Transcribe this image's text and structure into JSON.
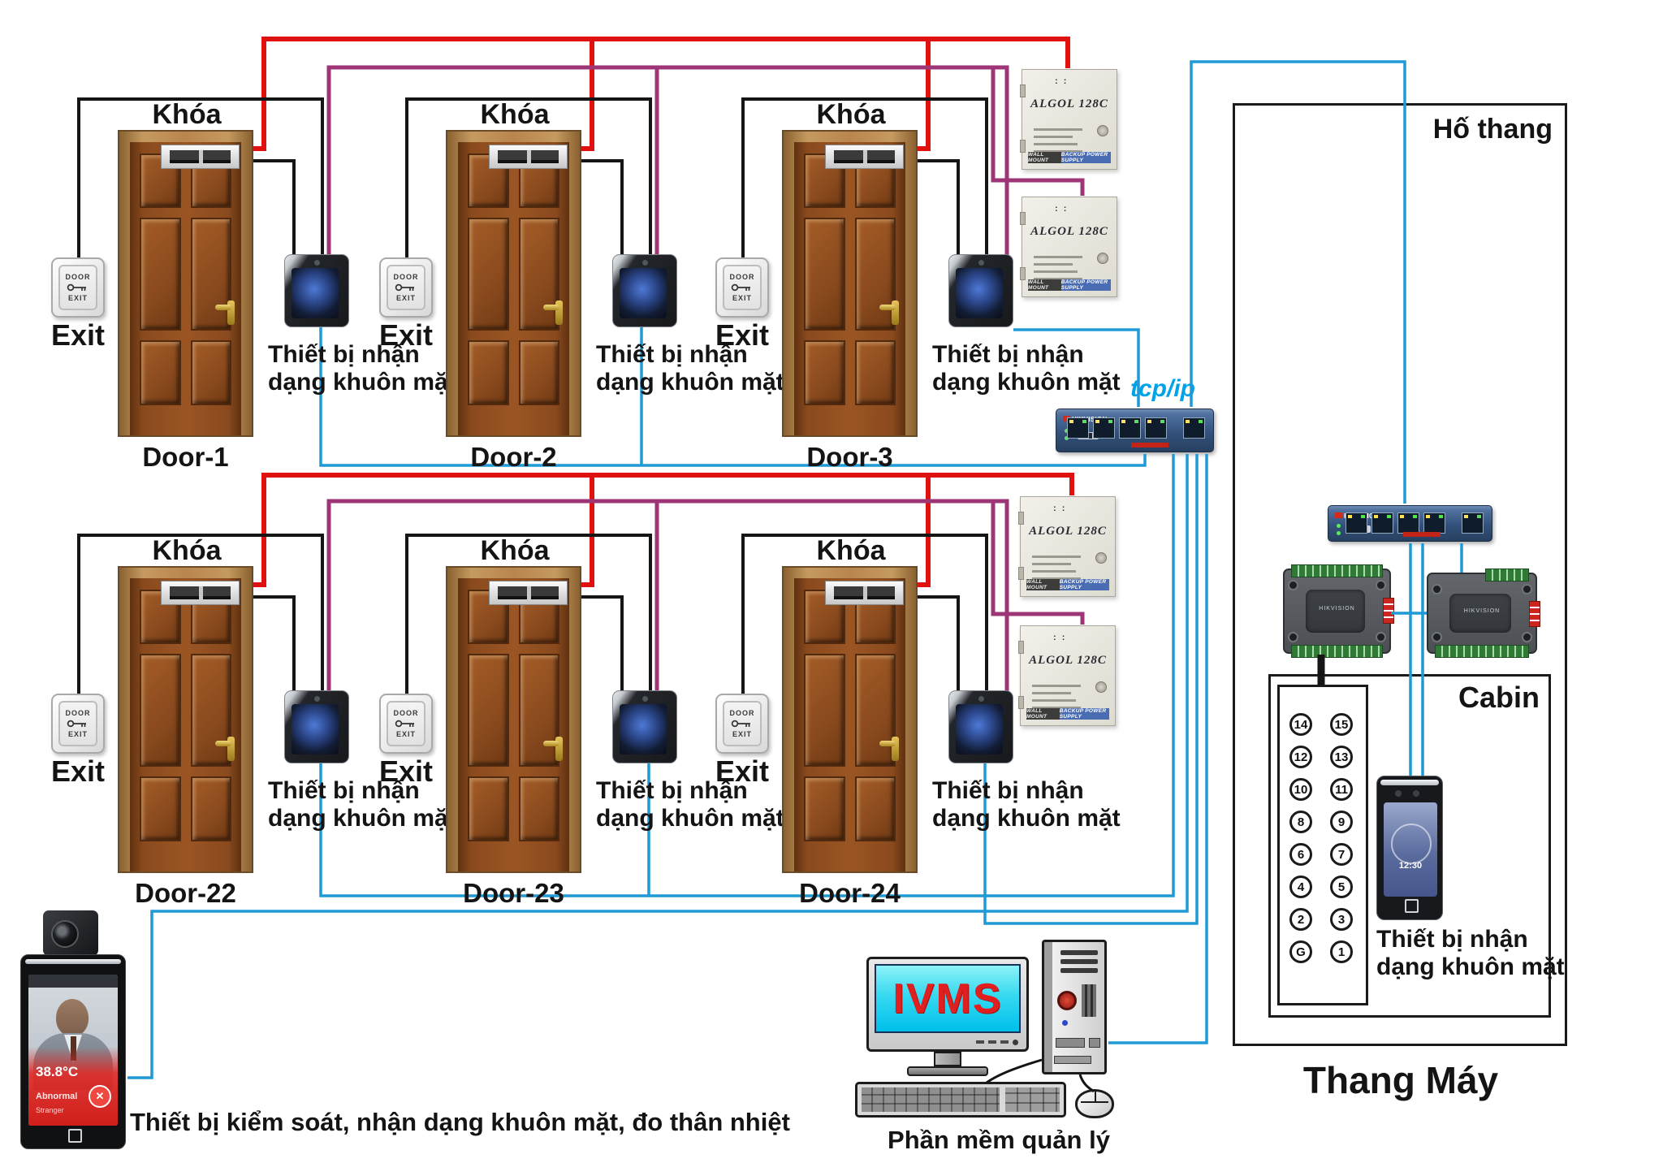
{
  "door_group": {
    "lock_label": "Khóa",
    "exit_label": "Exit",
    "exit_button_top": "DOOR",
    "exit_button_bottom": "EXIT",
    "reader_label_line1": "Thiết bị nhận",
    "reader_label_line2": "dạng khuôn mặt"
  },
  "doors": [
    {
      "name": "Door-1"
    },
    {
      "name": "Door-2"
    },
    {
      "name": "Door-3"
    },
    {
      "name": "Door-22"
    },
    {
      "name": "Door-23"
    },
    {
      "name": "Door-24"
    }
  ],
  "power_supply": {
    "model": "ALGOL 128C",
    "strip_left": "WALL MOUNT",
    "strip_right": "BACKUP POWER SUPPLY"
  },
  "network": {
    "tcpip_label": "tcp/ip",
    "switch_brand": "HIKVISION"
  },
  "elevator": {
    "shaft_label": "Hố thang",
    "cabin_label": "Cabin",
    "title": "Thang Máy",
    "reader_label_line1": "Thiết bị nhận",
    "reader_label_line2": "dạng khuôn mặt",
    "cabin_device_time": "12:30",
    "buttons_left": [
      "14",
      "12",
      "10",
      "8",
      "6",
      "4",
      "2",
      "G"
    ],
    "buttons_right": [
      "15",
      "13",
      "11",
      "9",
      "7",
      "5",
      "3",
      "1"
    ]
  },
  "management_station": {
    "screen_text": "IVMS",
    "label": "Phần mềm quản lý"
  },
  "thermal_terminal": {
    "temperature": "38.8°C",
    "status": "Abnormal",
    "substatus": "Stranger",
    "label": "Thiết bị kiểm soát, nhận dạng khuôn mặt, đo thân nhiệt"
  },
  "colors": {
    "wire_power_red": "#e01111",
    "wire_data_purple": "#9d3576",
    "wire_network_blue": "#1f9ad6",
    "wire_black": "#151515",
    "ivms_red": "#e02020",
    "tcpip_blue": "#00a2e8"
  }
}
